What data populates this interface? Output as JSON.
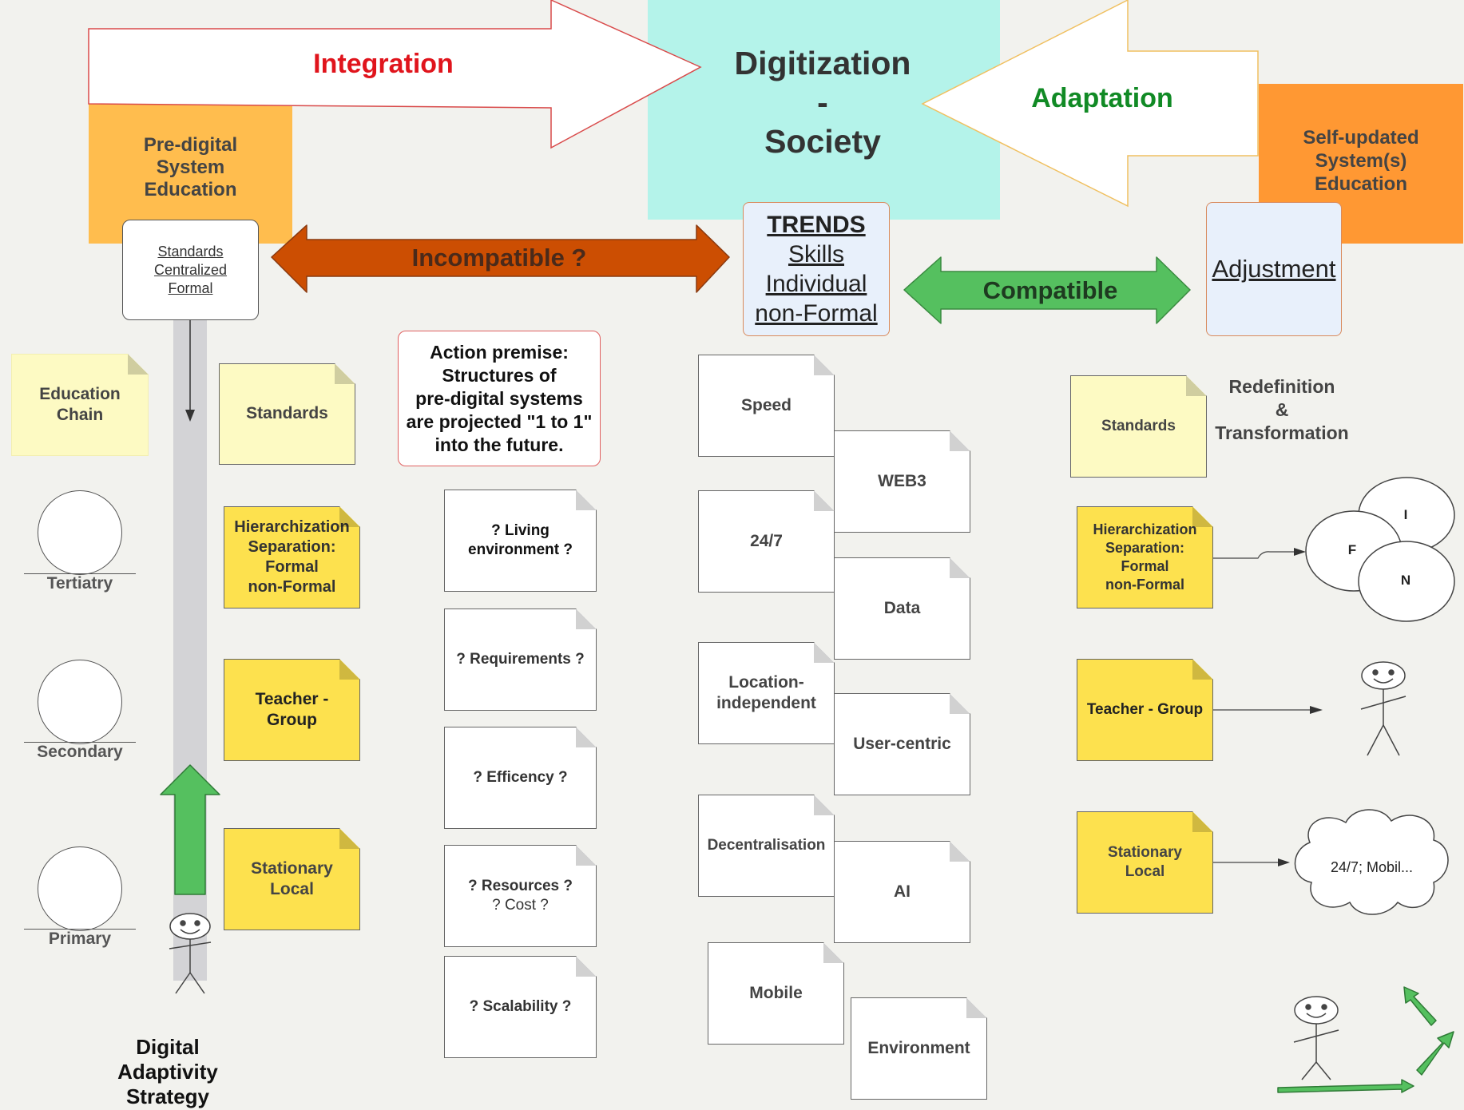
{
  "top": {
    "center": [
      "Digitization",
      "-",
      "Society"
    ],
    "integration": "Integration",
    "adaptation": "Adaptation",
    "pre_digital": [
      "Pre-digital",
      "System",
      "Education"
    ],
    "self_updated": [
      "Self-updated",
      "System(s)",
      "Education"
    ]
  },
  "standards_box": [
    "Standards",
    "Centralized",
    "Formal"
  ],
  "incompatible": "Incompatible ?",
  "compatible": "Compatible",
  "trends": [
    "TRENDS",
    "Skills",
    "Individual",
    "non-Formal"
  ],
  "adjustment": "Adjustment",
  "education_chain": [
    "Education",
    "Chain"
  ],
  "levels": [
    "Tertiatry",
    "Secondary",
    "Primary"
  ],
  "left_notes": {
    "standards": "Standards",
    "hierarchization": [
      "Hierarchization",
      "Separation:",
      "Formal",
      "non-Formal"
    ],
    "teacher_group": [
      "Teacher -",
      "Group"
    ],
    "stationary_local": [
      "Stationary",
      "Local"
    ]
  },
  "strategy_label": [
    "Digital",
    "Adaptivity",
    "Strategy"
  ],
  "action_premise": [
    "Action premise:",
    "Structures of",
    "pre-digital systems",
    "are projected \"1 to 1\"",
    "into the future."
  ],
  "questions": [
    [
      "? Living",
      "environment ?"
    ],
    [
      "? Requirements ?"
    ],
    [
      "? Efficency ?"
    ],
    [
      "? Resources ?",
      "? Cost ?"
    ],
    [
      "? Scalability ?"
    ]
  ],
  "trend_items": [
    "Speed",
    "WEB3",
    "24/7",
    "Data",
    "Location-independent",
    "User-centric",
    "Decentralisation",
    "AI",
    "Mobile",
    "Environment"
  ],
  "redefinition": [
    "Redefinition",
    "&",
    "Transformation"
  ],
  "right_notes": {
    "standards": "Standards",
    "hierarchization": [
      "Hierarchization",
      "Separation:",
      "Formal",
      "non-Formal"
    ],
    "teacher_group": "Teacher - Group",
    "stationary_local": [
      "Stationary",
      "Local"
    ]
  },
  "fin": [
    "I",
    "F",
    "N"
  ],
  "cloud_text": "24/7; Mobil...",
  "colors": {
    "incompatible_arrow": "#cc4e02",
    "compatible_arrow": "#55c05f",
    "digitization": "#b4f3ea",
    "pre_digital": "#ffbd4e",
    "self_updated": "#ff9833",
    "integration_text": "#e0141c",
    "adaptation_text": "#118a25",
    "note_yellow": "#fde14e",
    "note_pale": "#fdfac3"
  }
}
